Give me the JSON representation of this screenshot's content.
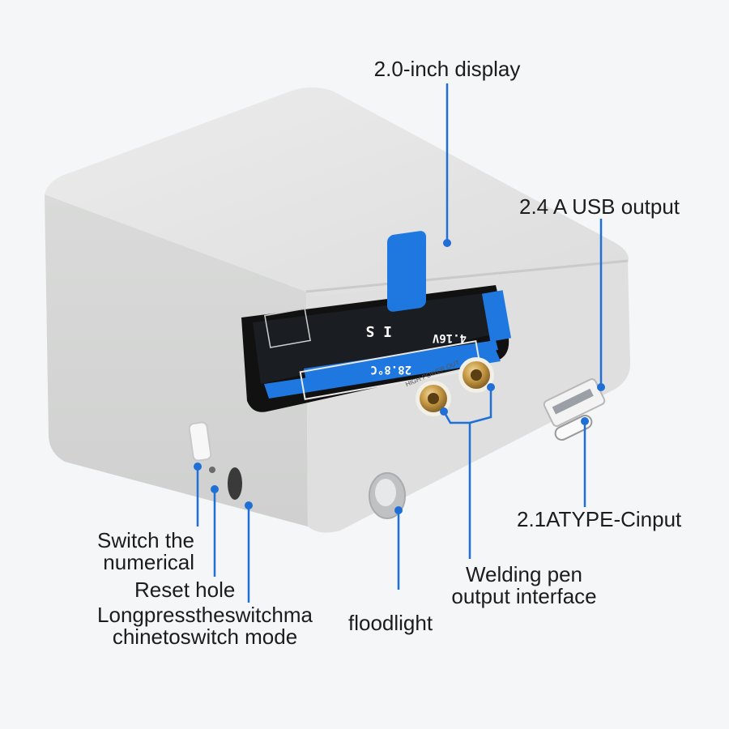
{
  "callouts": {
    "display": "2.0-inch display",
    "usb_output": "2.4 A USB output",
    "typec_input": "2.1ATYPE-Cinput",
    "welding_output": [
      "Welding pen",
      "output interface"
    ],
    "floodlight": "floodlight",
    "switch_numerical": [
      "Switch the",
      "numerical"
    ],
    "reset_hole": "Reset hole",
    "long_press": [
      "Longpresstheswitchma",
      "chinetoswitch mode"
    ]
  },
  "screen": {
    "voltage": "4.16V",
    "temperature": "28.8°C",
    "digits": "I S"
  },
  "device_print": {
    "power_out": "HIGH POWER OUT"
  },
  "colors": {
    "accent_line": "#1f6fd6",
    "screen_blue": "#1f78e0",
    "device_body": "#e3e4e3"
  }
}
